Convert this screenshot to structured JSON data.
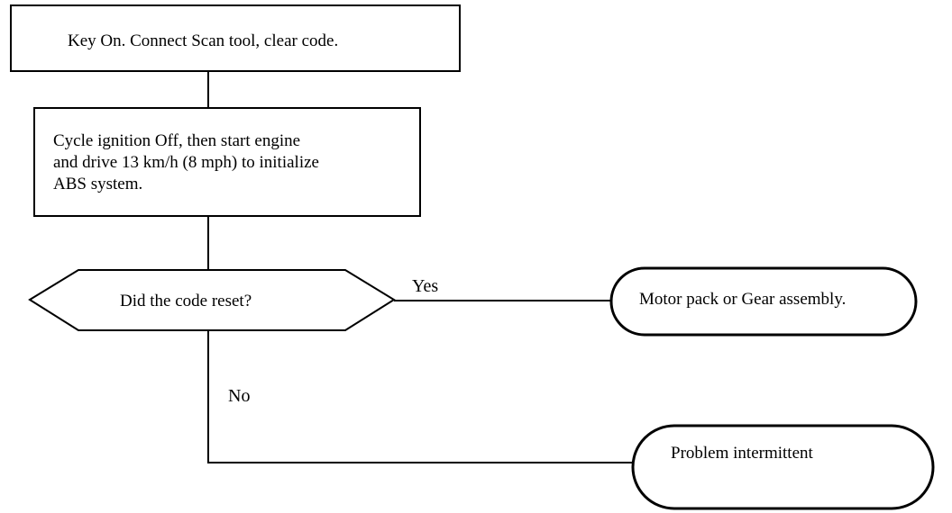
{
  "flowchart": {
    "nodes": {
      "start": {
        "text": "Key On. Connect Scan tool, clear code."
      },
      "cycle": {
        "text": "Cycle ignition Off, then start engine\nand drive 13 km/h (8 mph) to initialize\nABS system."
      },
      "decision": {
        "text": "Did the code reset?"
      },
      "result_yes": {
        "text": "Motor pack or Gear assembly."
      },
      "result_no": {
        "text": "Problem intermittent"
      }
    },
    "edges": {
      "yes_label": "Yes",
      "no_label": "No"
    }
  }
}
